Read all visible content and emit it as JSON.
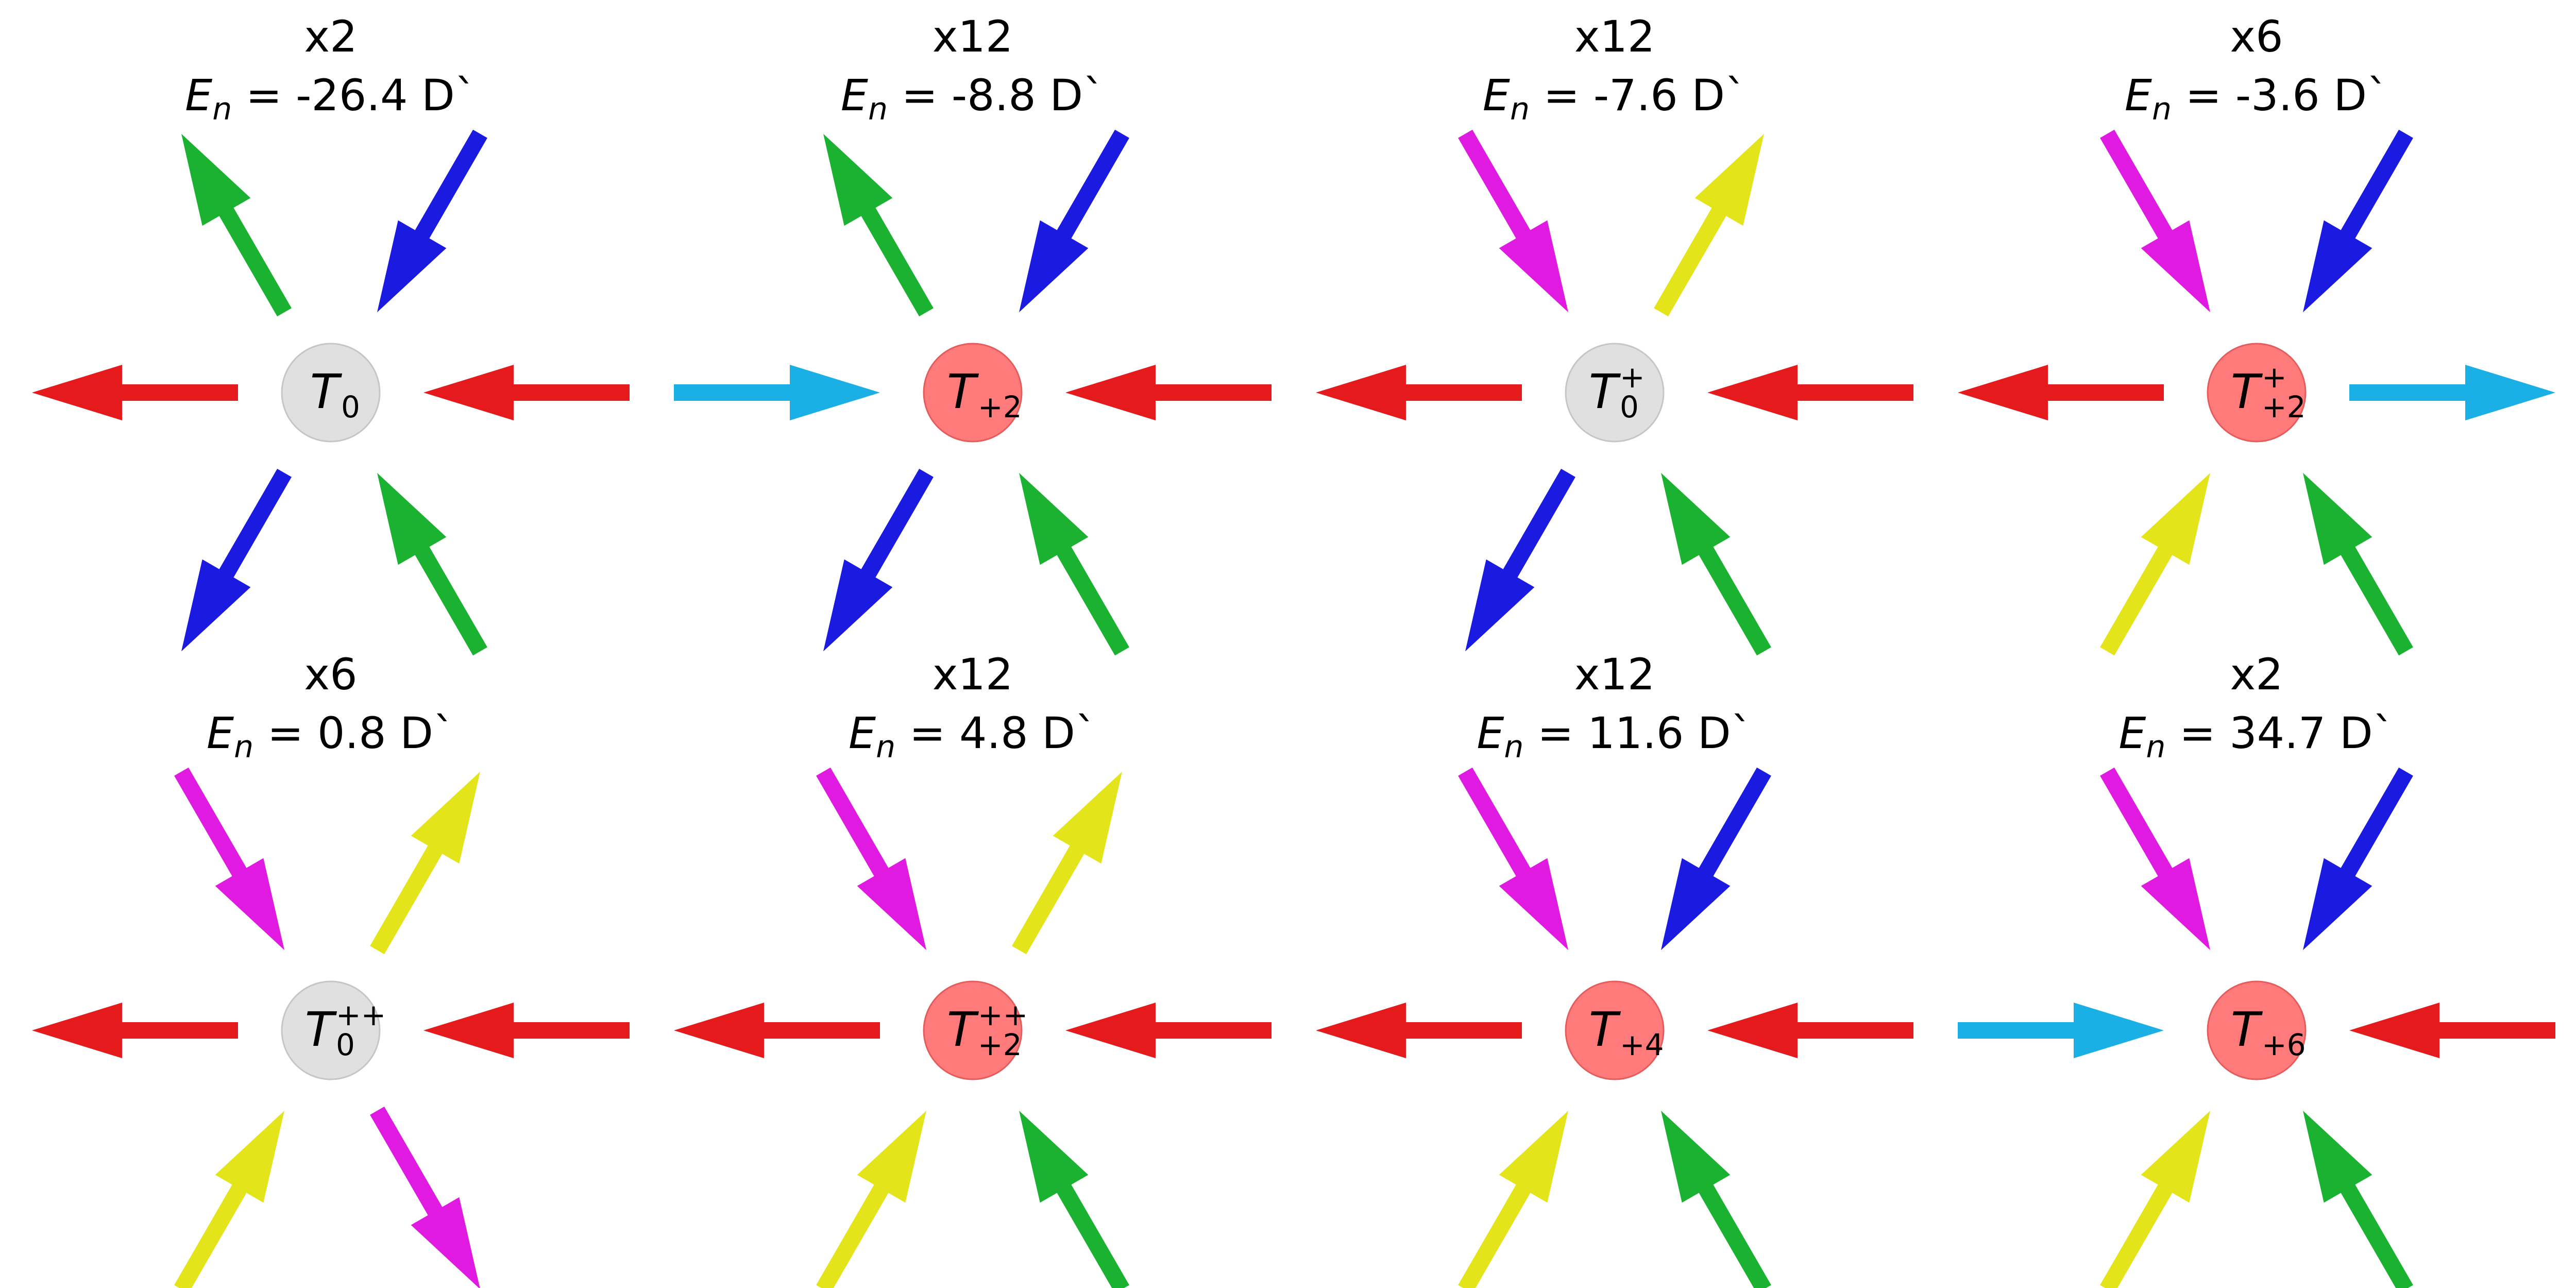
{
  "colors": {
    "red": "#e41a1c",
    "green": "#1ab230",
    "blue": "#1a1ae0",
    "cyan": "#1ab0e6",
    "magenta": "#e01ae0",
    "yellow": "#e4e41a",
    "neutral_fill": "#e0e0e0",
    "neutral_stroke": "#c6c6c6",
    "charged_fill": "#ff7b7b",
    "charged_stroke": "#e65c5c"
  },
  "energy_unit": "D`",
  "panels": [
    {
      "multiplicity": "x2",
      "energy_label": "E",
      "energy_sub": "n",
      "energy_value": "-26.4 D`",
      "node": {
        "base": "T",
        "sup": "",
        "sub": "0",
        "style": "neutral"
      },
      "arrows": [
        {
          "dir": 0,
          "sense": "in",
          "color": "red"
        },
        {
          "dir": 60,
          "sense": "in",
          "color": "blue"
        },
        {
          "dir": 120,
          "sense": "out",
          "color": "green"
        },
        {
          "dir": 180,
          "sense": "out",
          "color": "red"
        },
        {
          "dir": 240,
          "sense": "out",
          "color": "blue"
        },
        {
          "dir": 300,
          "sense": "in",
          "color": "green"
        }
      ]
    },
    {
      "multiplicity": "x12",
      "energy_label": "E",
      "energy_sub": "n",
      "energy_value": "-8.8 D`",
      "node": {
        "base": "T",
        "sup": "",
        "sub": "+2",
        "style": "charged"
      },
      "arrows": [
        {
          "dir": 0,
          "sense": "in",
          "color": "red"
        },
        {
          "dir": 60,
          "sense": "in",
          "color": "blue"
        },
        {
          "dir": 120,
          "sense": "out",
          "color": "green"
        },
        {
          "dir": 180,
          "sense": "in",
          "color": "cyan"
        },
        {
          "dir": 240,
          "sense": "out",
          "color": "blue"
        },
        {
          "dir": 300,
          "sense": "in",
          "color": "green"
        }
      ]
    },
    {
      "multiplicity": "x12",
      "energy_label": "E",
      "energy_sub": "n",
      "energy_value": "-7.6 D`",
      "node": {
        "base": "T",
        "sup": "+",
        "sub": "0",
        "style": "neutral"
      },
      "arrows": [
        {
          "dir": 0,
          "sense": "in",
          "color": "red"
        },
        {
          "dir": 60,
          "sense": "out",
          "color": "yellow"
        },
        {
          "dir": 120,
          "sense": "in",
          "color": "magenta"
        },
        {
          "dir": 180,
          "sense": "out",
          "color": "red"
        },
        {
          "dir": 240,
          "sense": "out",
          "color": "blue"
        },
        {
          "dir": 300,
          "sense": "in",
          "color": "green"
        }
      ]
    },
    {
      "multiplicity": "x6",
      "energy_label": "E",
      "energy_sub": "n",
      "energy_value": "-3.6 D`",
      "node": {
        "base": "T",
        "sup": "+",
        "sub": "+2",
        "style": "charged"
      },
      "arrows": [
        {
          "dir": 0,
          "sense": "out",
          "color": "cyan"
        },
        {
          "dir": 60,
          "sense": "in",
          "color": "blue"
        },
        {
          "dir": 120,
          "sense": "in",
          "color": "magenta"
        },
        {
          "dir": 180,
          "sense": "out",
          "color": "red"
        },
        {
          "dir": 240,
          "sense": "in",
          "color": "yellow"
        },
        {
          "dir": 300,
          "sense": "in",
          "color": "green"
        }
      ]
    },
    {
      "multiplicity": "x6",
      "energy_label": "E",
      "energy_sub": "n",
      "energy_value": "0.8 D`",
      "node": {
        "base": "T",
        "sup": "++",
        "sub": "0",
        "style": "neutral"
      },
      "arrows": [
        {
          "dir": 0,
          "sense": "in",
          "color": "red"
        },
        {
          "dir": 60,
          "sense": "out",
          "color": "yellow"
        },
        {
          "dir": 120,
          "sense": "in",
          "color": "magenta"
        },
        {
          "dir": 180,
          "sense": "out",
          "color": "red"
        },
        {
          "dir": 240,
          "sense": "in",
          "color": "yellow"
        },
        {
          "dir": 300,
          "sense": "out",
          "color": "magenta"
        }
      ]
    },
    {
      "multiplicity": "x12",
      "energy_label": "E",
      "energy_sub": "n",
      "energy_value": "4.8 D`",
      "node": {
        "base": "T",
        "sup": "++",
        "sub": "+2",
        "style": "charged"
      },
      "arrows": [
        {
          "dir": 0,
          "sense": "in",
          "color": "red"
        },
        {
          "dir": 60,
          "sense": "out",
          "color": "yellow"
        },
        {
          "dir": 120,
          "sense": "in",
          "color": "magenta"
        },
        {
          "dir": 180,
          "sense": "out",
          "color": "red"
        },
        {
          "dir": 240,
          "sense": "in",
          "color": "yellow"
        },
        {
          "dir": 300,
          "sense": "in",
          "color": "green"
        }
      ]
    },
    {
      "multiplicity": "x12",
      "energy_label": "E",
      "energy_sub": "n",
      "energy_value": "11.6 D`",
      "node": {
        "base": "T",
        "sup": "",
        "sub": "+4",
        "style": "charged"
      },
      "arrows": [
        {
          "dir": 0,
          "sense": "in",
          "color": "red"
        },
        {
          "dir": 60,
          "sense": "in",
          "color": "blue"
        },
        {
          "dir": 120,
          "sense": "in",
          "color": "magenta"
        },
        {
          "dir": 180,
          "sense": "out",
          "color": "red"
        },
        {
          "dir": 240,
          "sense": "in",
          "color": "yellow"
        },
        {
          "dir": 300,
          "sense": "in",
          "color": "green"
        }
      ]
    },
    {
      "multiplicity": "x2",
      "energy_label": "E",
      "energy_sub": "n",
      "energy_value": "34.7 D`",
      "node": {
        "base": "T",
        "sup": "",
        "sub": "+6",
        "style": "charged"
      },
      "arrows": [
        {
          "dir": 0,
          "sense": "in",
          "color": "red"
        },
        {
          "dir": 60,
          "sense": "in",
          "color": "blue"
        },
        {
          "dir": 120,
          "sense": "in",
          "color": "magenta"
        },
        {
          "dir": 180,
          "sense": "in",
          "color": "cyan"
        },
        {
          "dir": 240,
          "sense": "in",
          "color": "yellow"
        },
        {
          "dir": 300,
          "sense": "in",
          "color": "green"
        }
      ]
    }
  ]
}
